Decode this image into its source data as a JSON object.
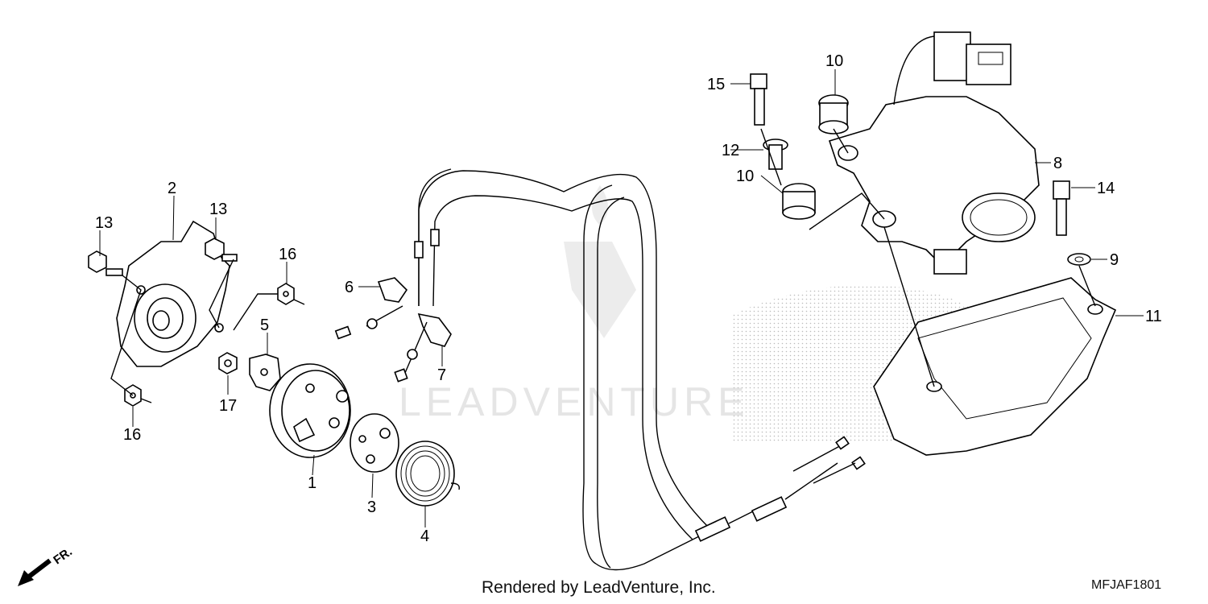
{
  "diagram": {
    "callouts": [
      "1",
      "2",
      "3",
      "4",
      "5",
      "6",
      "7",
      "8",
      "9",
      "10",
      "10",
      "11",
      "12",
      "13",
      "13",
      "14",
      "15",
      "16",
      "16",
      "17"
    ],
    "caption": "Rendered by LeadVenture, Inc.",
    "drawing_code": "MFJAF1801",
    "direction_label": "FR.",
    "watermark": "LEADVENTURE"
  }
}
